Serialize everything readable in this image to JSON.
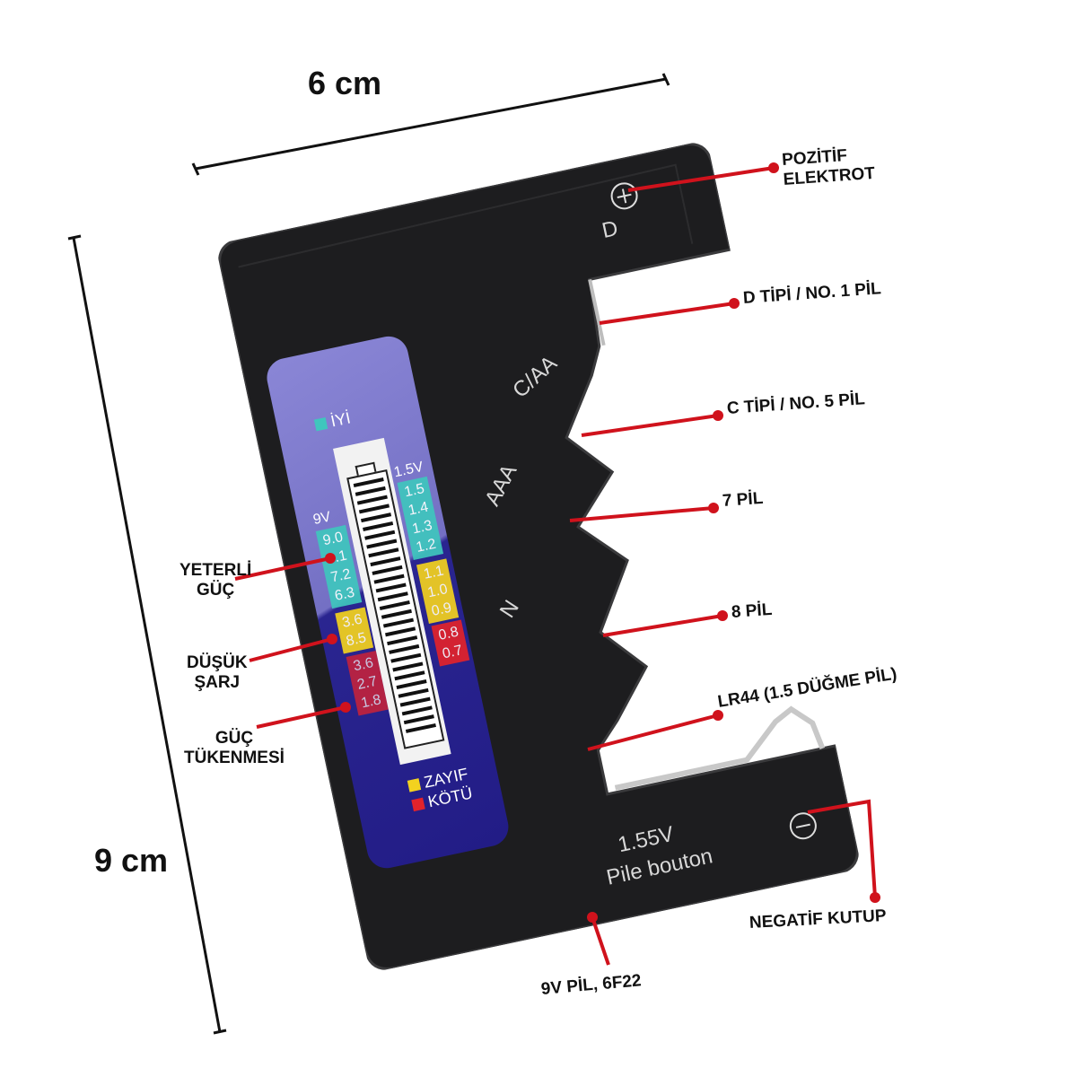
{
  "dimensions": {
    "width": "6 cm",
    "height": "9 cm"
  },
  "device": {
    "slot_d": "D",
    "slot_caa": "C/AA",
    "slot_aaa": "AAA",
    "slot_n": "N",
    "button_voltage": "1.55V",
    "button_text": "Pile bouton",
    "positive_icon": "plus-circle-icon",
    "negative_icon": "minus-circle-icon"
  },
  "panel": {
    "good": "İYİ",
    "weak": "ZAYIF",
    "bad": "KÖTÜ",
    "scale_9v": {
      "label": "9V",
      "good": [
        "9.0",
        "9.1",
        "7.2",
        "6.3"
      ],
      "weak": [
        "3.6",
        "8.5"
      ],
      "bad": [
        "3.6",
        "2.7",
        "1.8"
      ]
    },
    "scale_15v": {
      "label": "1.5V",
      "good": [
        "1.5",
        "1.4",
        "1.3",
        "1.2"
      ],
      "weak": [
        "1.1",
        "1.0",
        "0.9"
      ],
      "bad": [
        "0.8",
        "0.7"
      ]
    },
    "colors": {
      "good": "#3fc6bd",
      "weak": "#f3d21f",
      "bad": "#e2232b"
    }
  },
  "callouts": {
    "positive_l1": "POZİTİF",
    "positive_l2": "ELEKTROT",
    "d_type": "D TİPİ / NO. 1 PİL",
    "c_type": "C TİPİ / NO. 5 PİL",
    "seven": "7 PİL",
    "eight": "8 PİL",
    "lr44": "LR44 (1.5 DÜĞME PİL)",
    "negative": "NEGATİF KUTUP",
    "nine_v": "9V PİL, 6F22",
    "sufficient_l1": "YETERLİ",
    "sufficient_l2": "GÜÇ",
    "low_l1": "DÜŞÜK",
    "low_l2": "ŞARJ",
    "depleted_l1": "GÜÇ",
    "depleted_l2": "TÜKENMESİ",
    "line_color": "#d0121c"
  }
}
